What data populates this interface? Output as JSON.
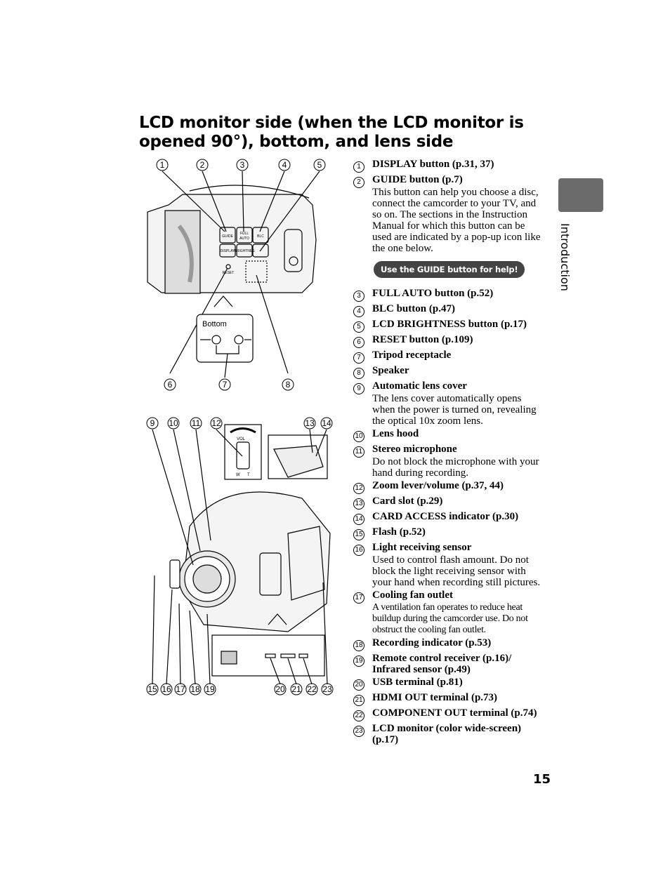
{
  "title": "LCD monitor side (when the LCD monitor is opened 90°), bottom, and lens side",
  "side_label": "Introduction",
  "page_number": "15",
  "guide_button_text": "Use the GUIDE button for help!",
  "figure_top": {
    "callouts_top": [
      "1",
      "2",
      "3",
      "4",
      "5"
    ],
    "callouts_bottom": [
      "6",
      "7",
      "8"
    ],
    "button_labels": {
      "guide": "GUIDE",
      "full": "FULL",
      "auto": "AUTO",
      "blc": "BLC",
      "display": "DISPLAY",
      "bright": "BRIGHTNES",
      "reset": "RESET"
    },
    "bottom_label": "Bottom"
  },
  "figure_bottom": {
    "callouts_top": [
      "9",
      "10",
      "11",
      "12",
      "13",
      "14"
    ],
    "callouts_bottom": [
      "15",
      "16",
      "17",
      "18",
      "19",
      "20",
      "21",
      "22",
      "23"
    ],
    "vol_label": "VOL",
    "w_label": "W",
    "t_label": "T"
  },
  "items": [
    {
      "n": "1",
      "label": "DISPLAY button (p.31, 37)"
    },
    {
      "n": "2",
      "label": "GUIDE button (p.7)",
      "desc": "This button can help you choose a disc, connect the camcorder to your TV, and so on. The sections in the Instruction Manual for which this button can be used are indicated by a pop-up icon like the one below."
    },
    {
      "n": "3",
      "label": "FULL AUTO button (p.52)"
    },
    {
      "n": "4",
      "label": "BLC button (p.47)"
    },
    {
      "n": "5",
      "label": "LCD BRIGHTNESS button (p.17)"
    },
    {
      "n": "6",
      "label": "RESET button (p.109)"
    },
    {
      "n": "7",
      "label": "Tripod receptacle"
    },
    {
      "n": "8",
      "label": "Speaker"
    },
    {
      "n": "9",
      "label": "Automatic lens cover",
      "desc": "The lens cover automatically opens when the power is turned on, revealing the optical 10x zoom lens."
    },
    {
      "n": "10",
      "label": "Lens hood"
    },
    {
      "n": "11",
      "label": "Stereo microphone",
      "desc": "Do not block the microphone with your hand during recording."
    },
    {
      "n": "12",
      "label": "Zoom lever/volume (p.37, 44)"
    },
    {
      "n": "13",
      "label": "Card slot (p.29)"
    },
    {
      "n": "14",
      "label": "CARD ACCESS indicator (p.30)"
    },
    {
      "n": "15",
      "label": "Flash (p.52)"
    },
    {
      "n": "16",
      "label": "Light receiving sensor",
      "desc": "Used to control flash amount. Do not block the light receiving sensor with your hand when recording still pictures."
    },
    {
      "n": "17",
      "label": "Cooling fan outlet",
      "desc": "A ventilation fan operates to reduce heat buildup during the camcorder use. Do not obstruct the cooling fan outlet.",
      "small": true
    },
    {
      "n": "18",
      "label": "Recording indicator (p.53)"
    },
    {
      "n": "19",
      "label": "Remote control receiver (p.16)/ Infrared sensor (p.49)"
    },
    {
      "n": "20",
      "label": "USB terminal (p.81)"
    },
    {
      "n": "21",
      "label": "HDMI OUT terminal (p.73)"
    },
    {
      "n": "22",
      "label": "COMPONENT OUT terminal (p.74)"
    },
    {
      "n": "23",
      "label": "LCD monitor (color wide-screen) (p.17)"
    }
  ]
}
